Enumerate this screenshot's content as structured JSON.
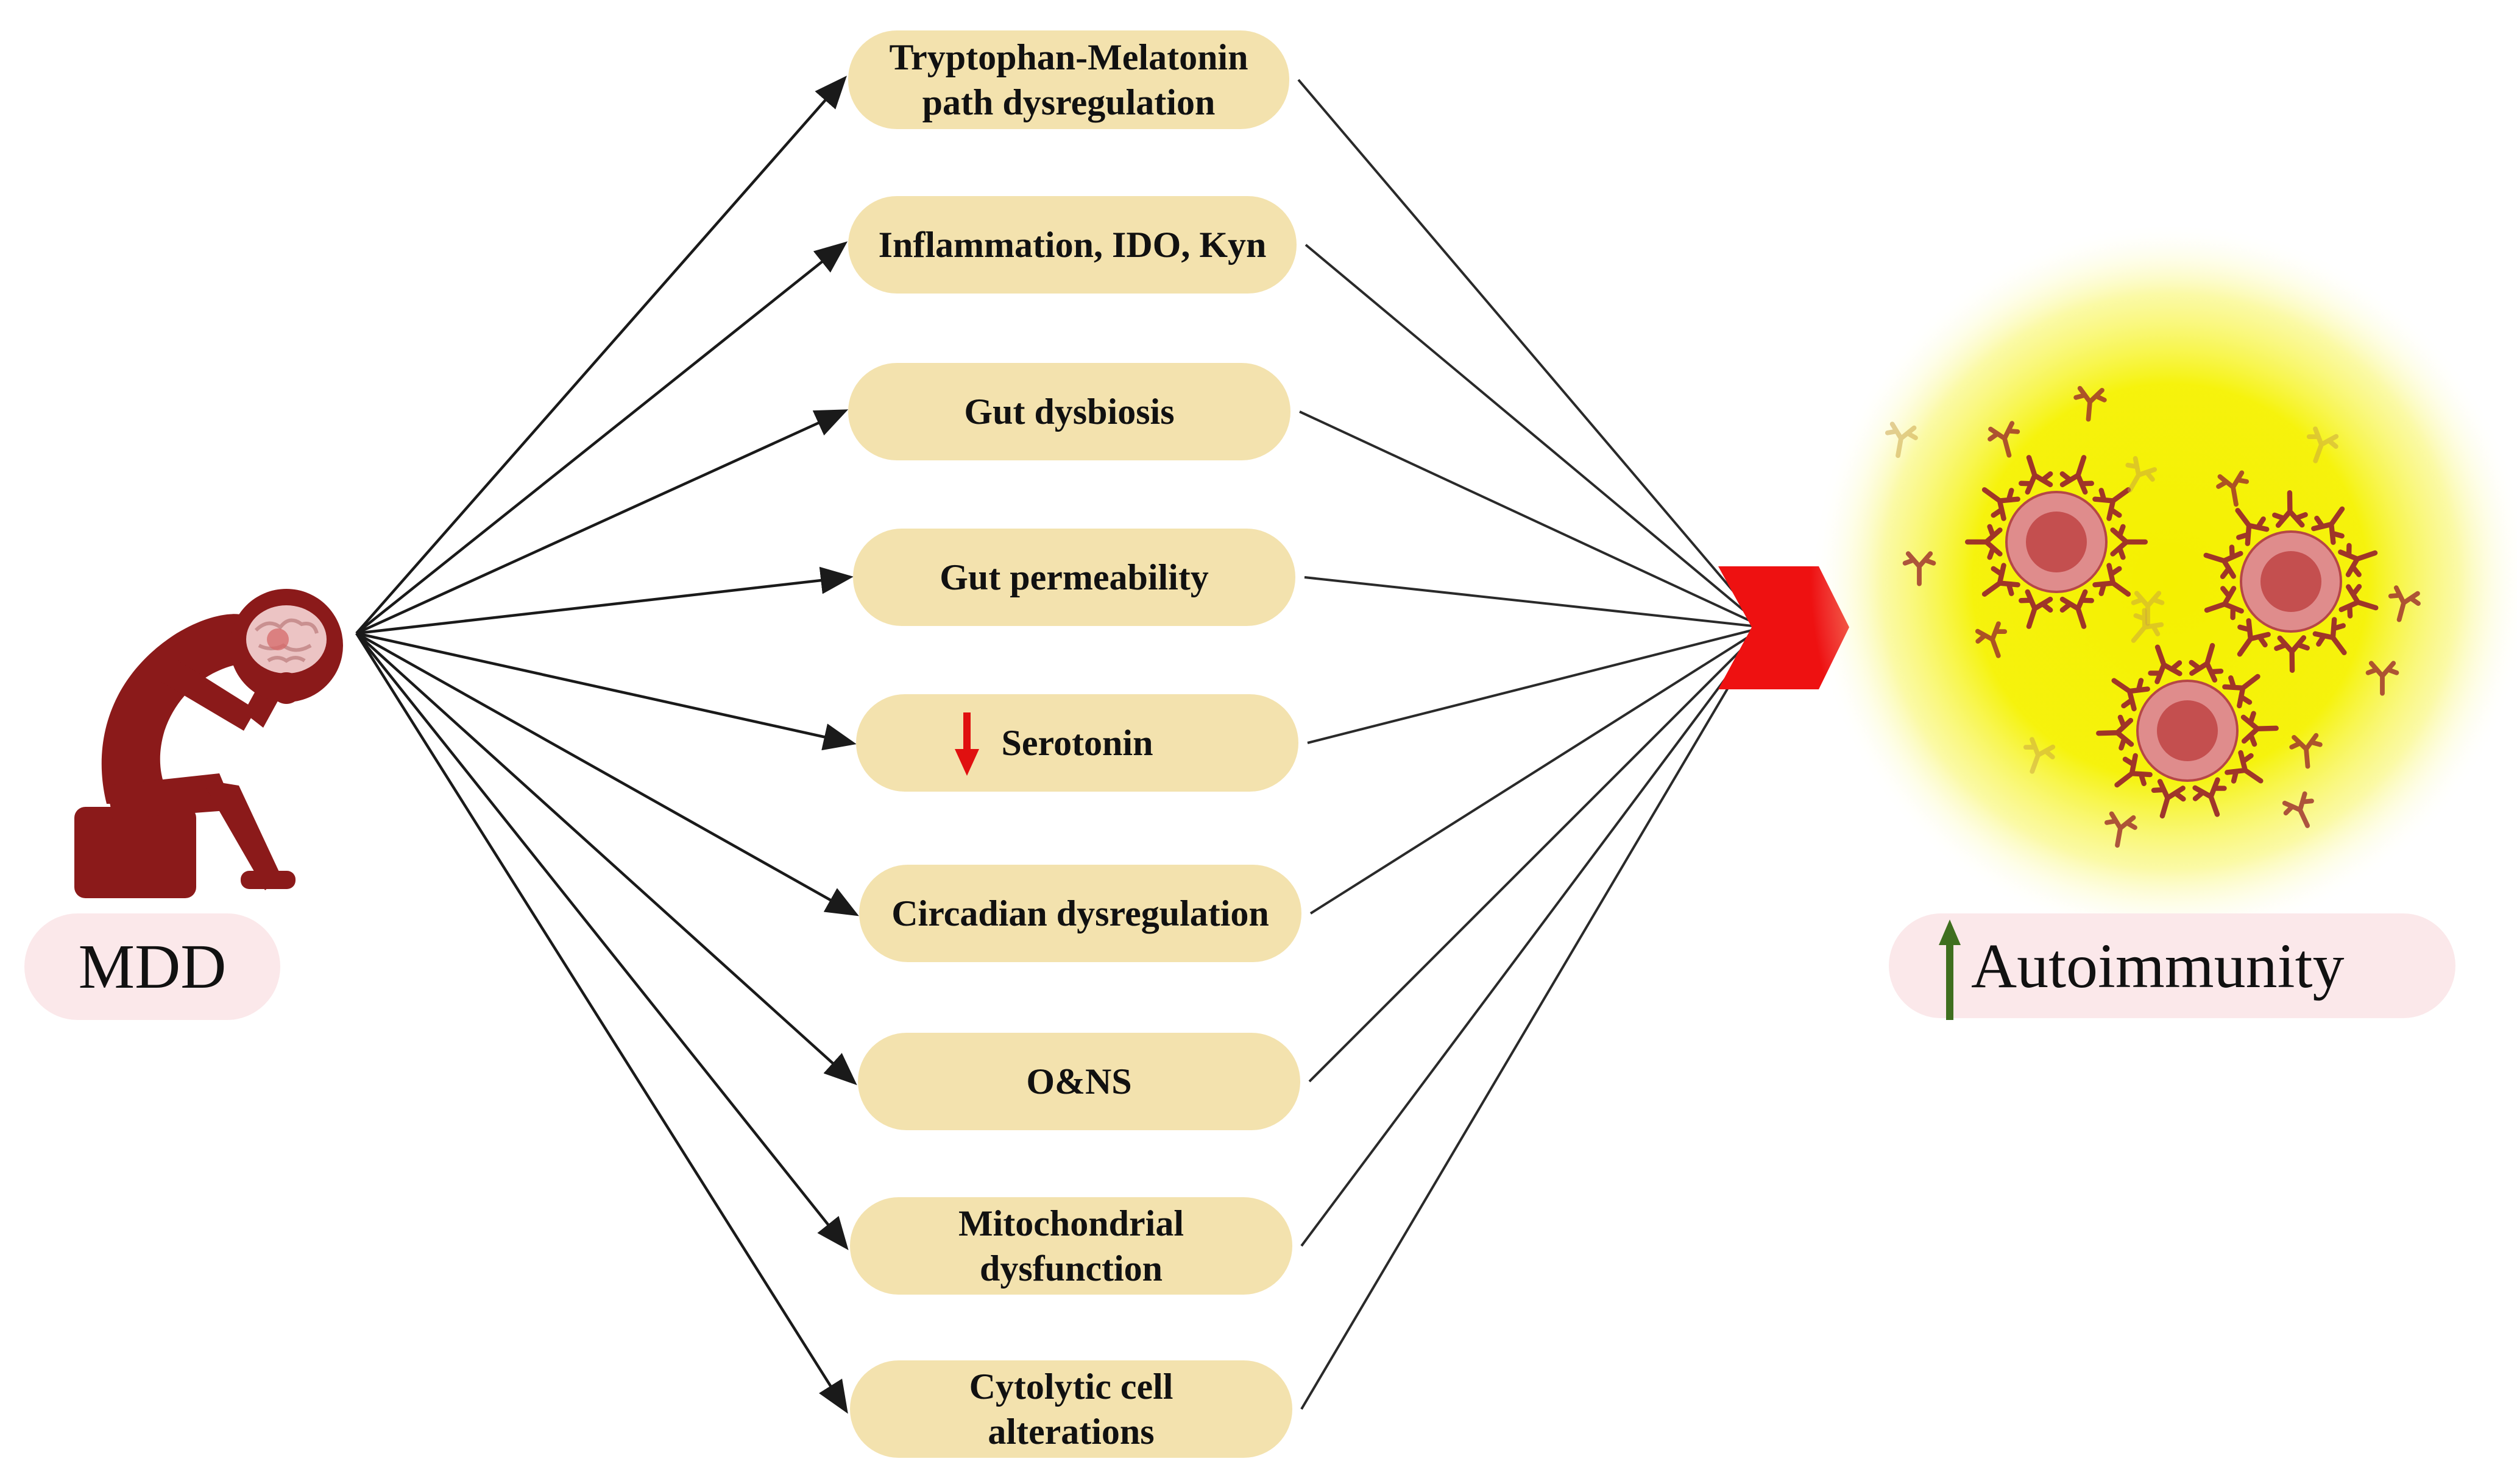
{
  "source_label": "MDD",
  "target_label": "Autoimmunity",
  "colors": {
    "pill_fill": "#f3e2ae",
    "label_fill": "#fbe8ea",
    "figure": "#8b1a1a",
    "chevron": "#ee1111",
    "glow": "#f5f000",
    "down_arrow": "#e01010",
    "up_arrow": "#3f6f1f"
  },
  "icons": {
    "person": "depressed-person-icon",
    "chevron": "converge-chevron-icon",
    "cells": "immune-cells-antibodies-icon"
  },
  "mechanisms": [
    {
      "id": "m1",
      "label": "Tryptophan-Melatonin\npath dysregulation"
    },
    {
      "id": "m2",
      "label": "Inflammation, IDO, Kyn"
    },
    {
      "id": "m3",
      "label": "Gut dysbiosis"
    },
    {
      "id": "m4",
      "label": "Gut permeability"
    },
    {
      "id": "m5",
      "label": "Serotonin",
      "indicator": "decrease"
    },
    {
      "id": "m6",
      "label": "Circadian dysregulation"
    },
    {
      "id": "m7",
      "label": "O&NS"
    },
    {
      "id": "m8",
      "label": "Mitochondrial\ndysfunction"
    },
    {
      "id": "m9",
      "label": "Cytolytic cell\nalterations"
    }
  ]
}
